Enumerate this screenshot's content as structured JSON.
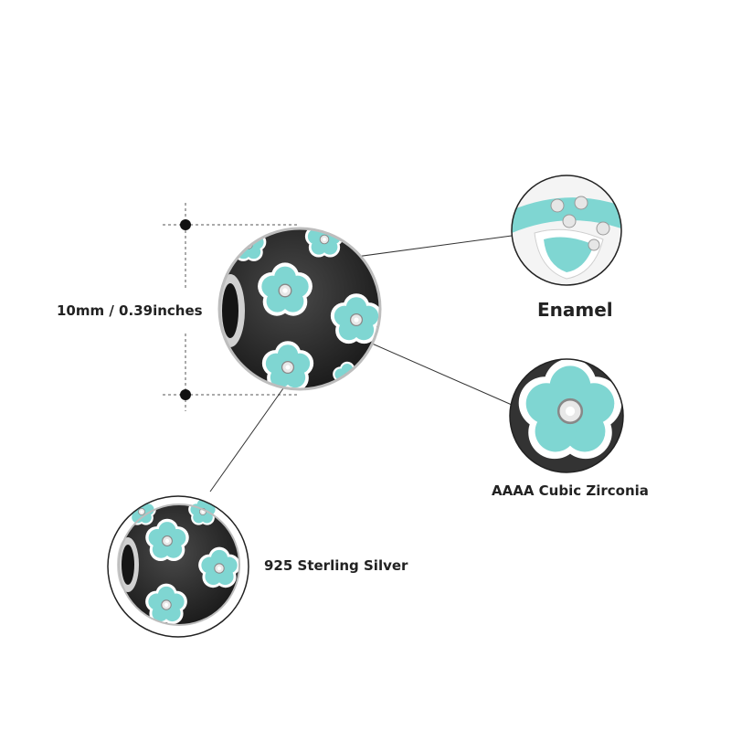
{
  "dimension": {
    "label": "10mm / 0.39inches"
  },
  "callouts": {
    "enamel": "Enamel",
    "cubic_zirconia": "AAAA Cubic Zirconia",
    "sterling_silver": "925 Sterling Silver"
  },
  "colors": {
    "enamel": "#7fd6d2",
    "enamel_dark": "#52b8b6",
    "oxidized": "#2e2e2e",
    "silver": "#d9d9d9",
    "leader_line": "#333333",
    "dim_line": "#555555"
  }
}
